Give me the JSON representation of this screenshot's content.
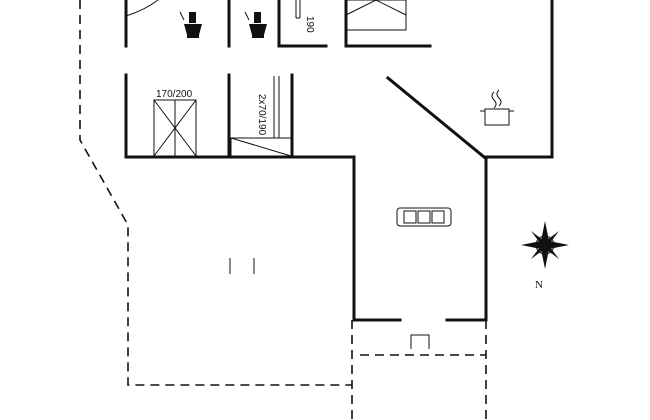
{
  "labels": {
    "bed_top_partial": "190",
    "bed_double": "170/200",
    "bunk": "2x70/190",
    "north": "N"
  },
  "icons": {
    "toilet": "toilet-icon",
    "pot": "cooking-pot-icon",
    "sofa": "sofa-icon",
    "compass": "compass-rose-icon"
  }
}
